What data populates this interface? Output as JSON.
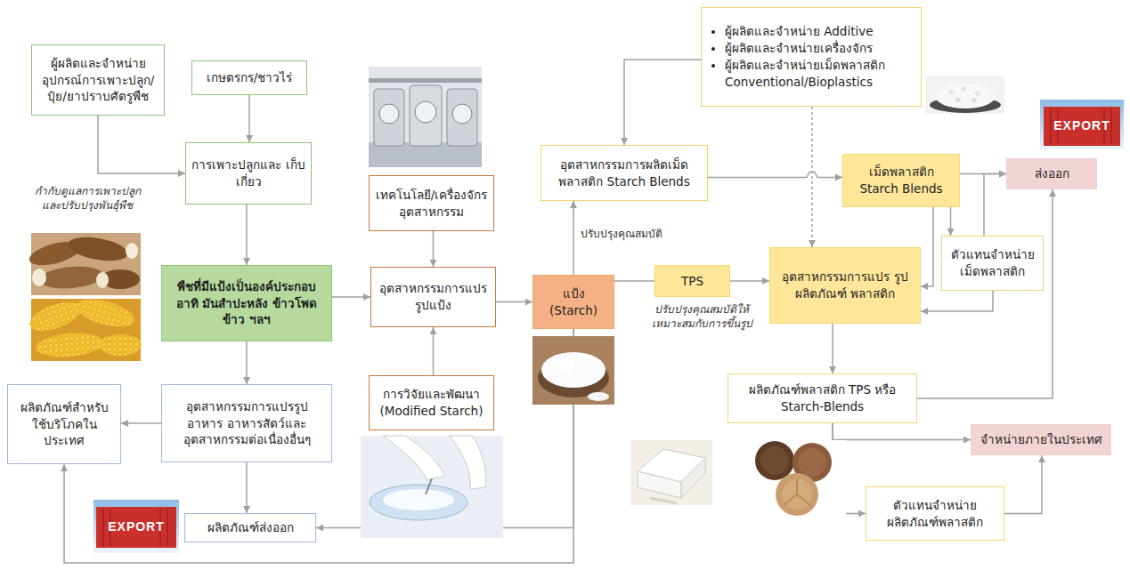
{
  "diagram": {
    "nodes": [
      {
        "text": [
          "ผู้ผลิตและจำหน่าย อุปกรณ์การเพาะปลูก/ ปุ๋ย/ยาปราบศัตรูพืช"
        ]
      },
      {
        "text": [
          "เกษตรกร/ชาวไร่"
        ]
      },
      {
        "text": [
          "การเพาะปลูกและ เก็บเกี่ยว"
        ]
      },
      {
        "text": [
          "พืชที่มีแป้งเป็นองค์ประกอบ อาทิ มันสำปะหลัง ข้าวโพด ข้าว ฯลฯ"
        ]
      },
      {
        "text": [
          "อุตสาหกรรมการแปรรูป อาหาร อาหารสัตว์และ อุตสาหกรรมต่อเนื่องอื่นๆ"
        ]
      },
      {
        "text": [
          "ผลิตภัณฑ์สำหรับ ใช้บริโภคใน ประเทศ"
        ]
      },
      {
        "text": [
          "ผลิตภัณฑ์ส่งออก"
        ]
      },
      {
        "text": [
          "เทคโนโลยี/เครื่องจักร อุตสาหกรรม"
        ]
      },
      {
        "text": [
          "อุตสาหกรรมการแปร รูปแป้ง"
        ]
      },
      {
        "text": [
          "การวิจัยและพัฒนา (Modified Starch)"
        ]
      },
      {
        "text": [
          "แป้ง (Starch)"
        ]
      },
      {
        "text": [
          "TPS"
        ]
      },
      {
        "text": [
          "ผู้ผลิตและจำหน่าย Additive",
          "ผู้ผลิตและจำหน่ายเครื่องจักร",
          "ผู้ผลิตและจำหน่ายเม็ดพลาสติก Conventional/Bioplastics"
        ]
      },
      {
        "text": [
          "อุตสาหกรรมการผลิตเม็ด พลาสติก Starch Blends"
        ]
      },
      {
        "text": [
          "เม็ดพลาสติก Starch Blends"
        ]
      },
      {
        "text": [
          "ส่งออก"
        ]
      },
      {
        "text": [
          "ตัวแทนจำหน่าย เม็ดพลาสติก"
        ]
      },
      {
        "text": [
          "อุตสาหกรรมการแปร รูปผลิตภัณฑ์ พลาสติก"
        ]
      },
      {
        "text": [
          "ผลิตภัณฑ์พลาสติก TPS หรือ Starch-Blends"
        ]
      },
      {
        "text": [
          "จำหน่ายภายในประเทศ"
        ]
      },
      {
        "text": [
          "ตัวแทนจำหน่าย ผลิตภัณฑ์พลาสติก"
        ]
      }
    ],
    "edges": [
      {
        "from": 0,
        "to": 2,
        "arrow": "to"
      },
      {
        "from": 1,
        "to": 2,
        "arrow": "to"
      },
      {
        "from": 2,
        "to": 3,
        "arrow": "to"
      },
      {
        "from": 3,
        "to": 4,
        "arrow": "to"
      },
      {
        "from": 3,
        "to": 8,
        "arrow": "to"
      },
      {
        "from": 4,
        "to": 5,
        "arrow": "to"
      },
      {
        "from": 4,
        "to": 6,
        "arrow": "to"
      },
      {
        "from": 7,
        "to": 8,
        "arrow": "to"
      },
      {
        "from": 9,
        "to": 8,
        "arrow": "to"
      },
      {
        "from": 8,
        "to": 10,
        "arrow": "to"
      },
      {
        "from": 10,
        "to": 11,
        "arrow": "none"
      },
      {
        "from": 11,
        "to": 17,
        "arrow": "to"
      },
      {
        "from": 10,
        "to": 13,
        "arrow": "to"
      },
      {
        "from": 10,
        "to": 6,
        "arrow": "to"
      },
      {
        "from": 10,
        "to": 5,
        "arrow": "to"
      },
      {
        "from": 12,
        "to": 13,
        "arrow": "to"
      },
      {
        "from": 12,
        "to": 17,
        "arrow": "to"
      },
      {
        "from": 13,
        "to": 14,
        "arrow": "to"
      },
      {
        "from": 14,
        "to": 15,
        "arrow": "to"
      },
      {
        "from": 14,
        "to": 16,
        "arrow": "to"
      },
      {
        "from": 16,
        "to": 15,
        "arrow": "to"
      },
      {
        "from": 14,
        "to": 17,
        "arrow": "to"
      },
      {
        "from": 16,
        "to": 17,
        "arrow": "to"
      },
      {
        "from": 17,
        "to": 18,
        "arrow": "to"
      },
      {
        "from": 18,
        "to": 15,
        "arrow": "to"
      },
      {
        "from": 18,
        "to": 19,
        "arrow": "to"
      },
      {
        "from": 18,
        "to": 20,
        "arrow": "to"
      },
      {
        "from": 20,
        "to": 19,
        "arrow": "to"
      }
    ],
    "labels": [
      "กำกับดูแลการเพาะปลูก และปรับปรุงพันธุ์พืช",
      "ปรับปรุงคุณสมบัติ",
      "ปรับปรุงคุณสมบัติให้ เหมาะสมกับการขึ้นรูป",
      "EXPORT",
      "EXPORT"
    ]
  }
}
